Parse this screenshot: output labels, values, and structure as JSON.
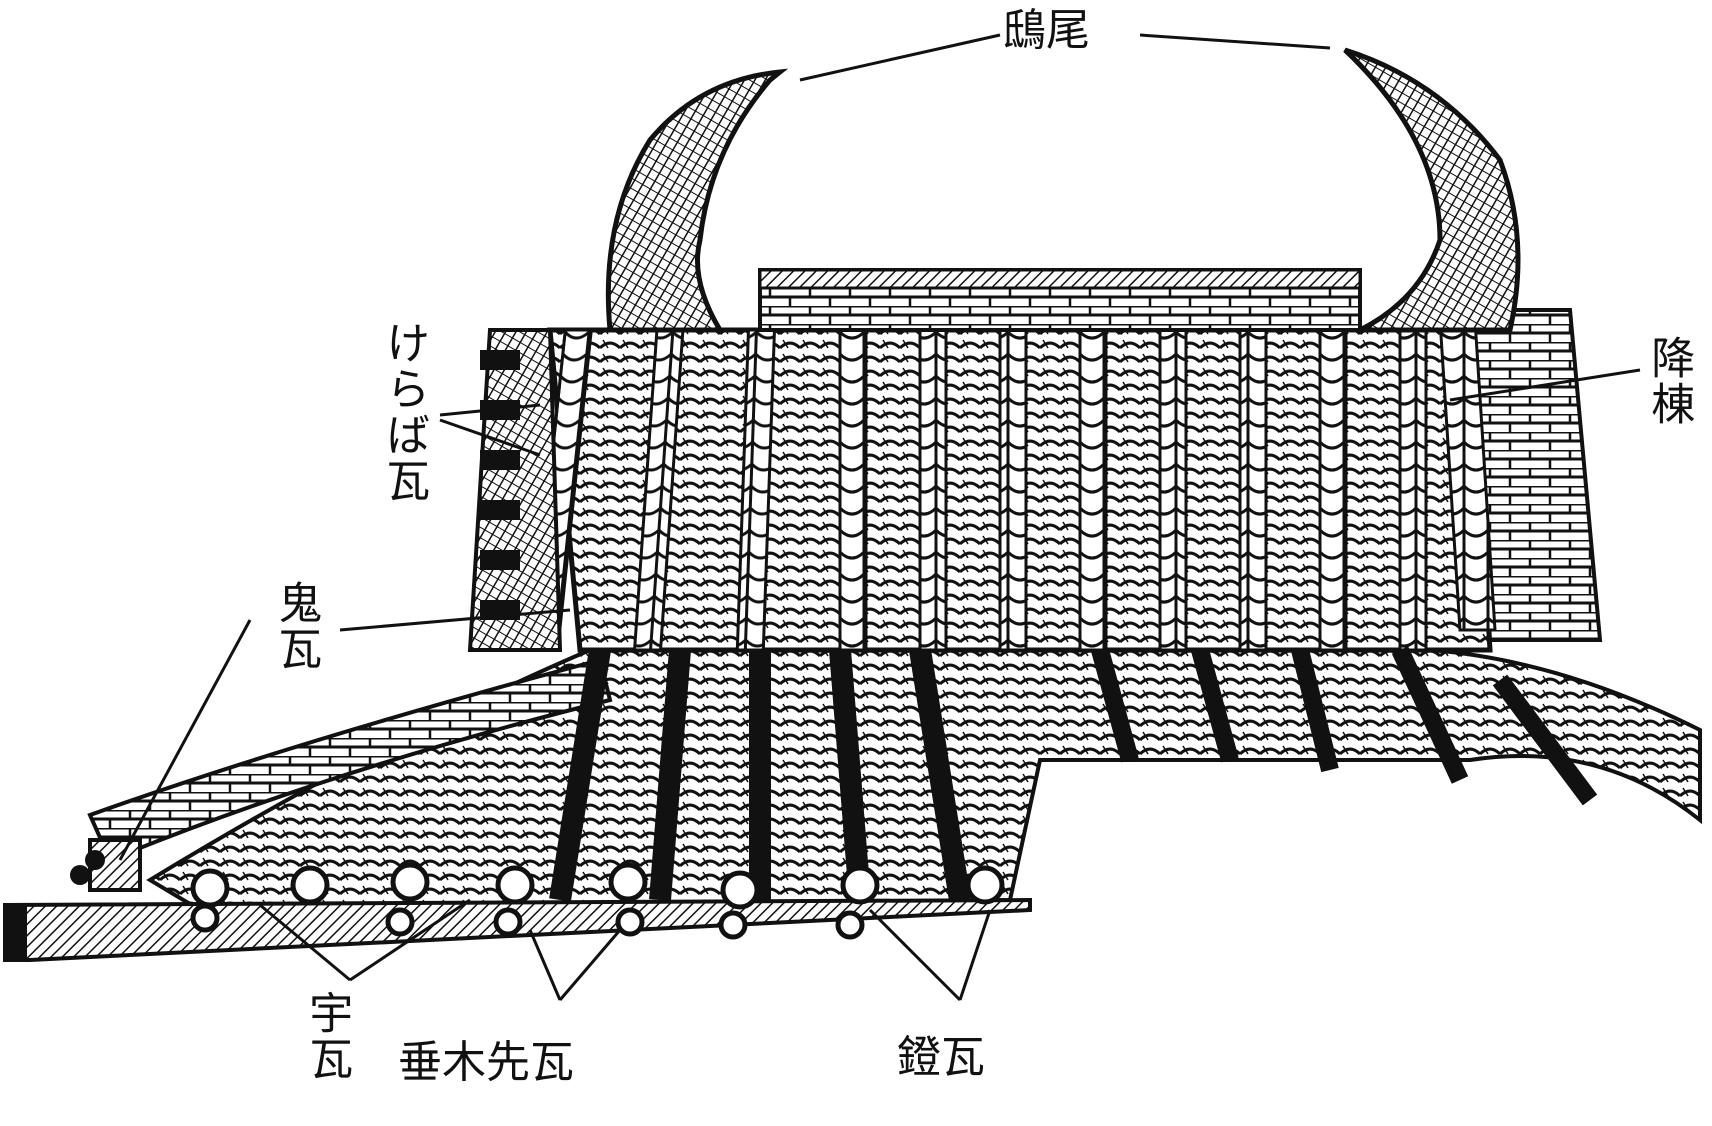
{
  "diagram": {
    "subject": "traditional Japanese tiled roof (kawara) with ridge and eaves",
    "colors": {
      "ink": "#111111",
      "paper": "#ffffff"
    },
    "labels": {
      "shibi": "鴟尾",
      "keraba": "けらば瓦",
      "kudarimune": "降棟",
      "onigawara": "鬼瓦",
      "nokigawara": "宇瓦",
      "taruki": "垂木先瓦",
      "abumi": "鐙瓦"
    }
  }
}
